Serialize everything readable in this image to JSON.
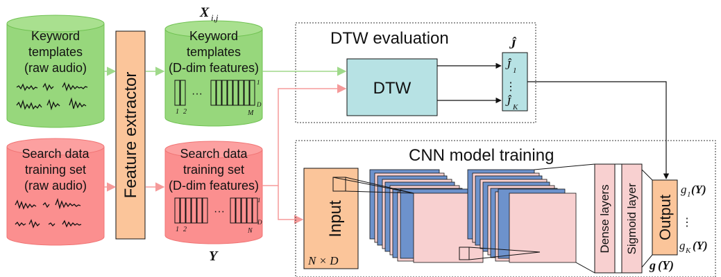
{
  "keyword_raw": {
    "line1": "Keyword",
    "line2": "templates",
    "line3": "(raw audio)"
  },
  "keyword_feat": {
    "line1": "Keyword",
    "line2": "templates",
    "line3": "(D-dim features)",
    "symbol": "X",
    "symbol_sub": "i,j",
    "index_first": "1",
    "index_second": "2",
    "ellipsis": "···",
    "corner_top": "1",
    "corner_d": "D",
    "corner_last": "M"
  },
  "search_raw": {
    "line1": "Search data",
    "line2": "training set",
    "line3": "(raw audio)"
  },
  "search_feat": {
    "line1": "Search data",
    "line2": "training set",
    "line3": "(D-dim features)",
    "symbol": "Y",
    "index_first": "1",
    "index_second": "2",
    "ellipsis": "···",
    "corner_top": "1",
    "corner_d": "D",
    "corner_last": "N"
  },
  "feature_extractor": {
    "label": "Feature extractor"
  },
  "dtw_box": {
    "title": "DTW evaluation",
    "block": "DTW",
    "j_hat": "Ĵ",
    "j1": "Ĵ",
    "j1_sub": "1",
    "jk": "Ĵ",
    "jk_sub": "K",
    "vdots": "⋮"
  },
  "cnn_box": {
    "title": "CNN model training",
    "input_label": "Input",
    "input_dims": "N × D",
    "dense_label": "Dense layers",
    "sigmoid_label": "Sigmoid layer",
    "output_label": "Output"
  },
  "outputs": {
    "g1": "g",
    "g1_sub": "1",
    "g1_arg": "(Y)",
    "vdots": "⋮",
    "gk": "g",
    "gk_sub": "K",
    "gk_arg": "(Y)",
    "g": "g",
    "g_arg": "(Y)"
  },
  "colors": {
    "green": "#97d77c",
    "green_dark": "#6fc151",
    "red": "#fb8f8f",
    "red_dark": "#f07474",
    "orange": "#fbc59a",
    "cyan": "#b7e2e4",
    "blue": "#6d92cc",
    "pink": "#f8d0d0",
    "arrow_green": "#9fd98a",
    "arrow_red": "#f59a9a"
  }
}
